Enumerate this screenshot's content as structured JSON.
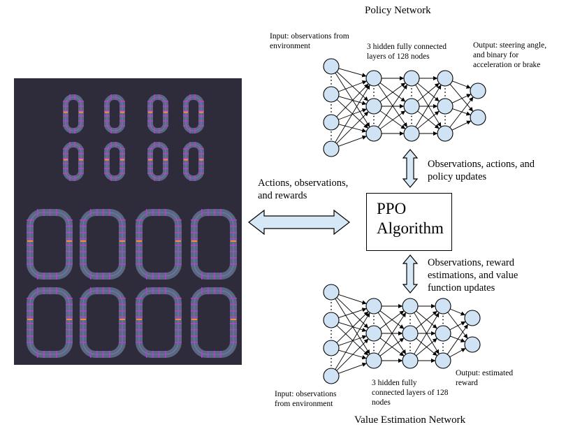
{
  "policy_network": {
    "title": "Policy Network",
    "input_label": "Input: observations from\nenvironment",
    "hidden_label": "3 hidden fully connected\nlayers of 128 nodes",
    "output_label": "Output: steering angle,\nand binary for\nacceleration or brake"
  },
  "value_network": {
    "title": "Value Estimation Network",
    "input_label": "Input: observations\nfrom environment",
    "hidden_label": "3 hidden fully\nconnected layers of 128\nnodes",
    "output_label": "Output: estimated\nreward"
  },
  "ppo": {
    "label": "PPO\nAlgorithm"
  },
  "arrows": {
    "env_link": "Actions, observations,\nand rewards",
    "policy_link": "Observations, actions, and\npolicy updates",
    "value_link": "Observations, reward\nestimations, and value\nfunction updates"
  },
  "colors": {
    "node_fill": "#cfe3f4",
    "arrow_fill": "#d6e8f5",
    "panel_bg": "#2e2c3b",
    "track": "#5b6785",
    "track_marker": "#c23ad8",
    "track_hotspot": "#ff8a3a"
  },
  "environment": {
    "description_icon": "race-track-grid"
  }
}
